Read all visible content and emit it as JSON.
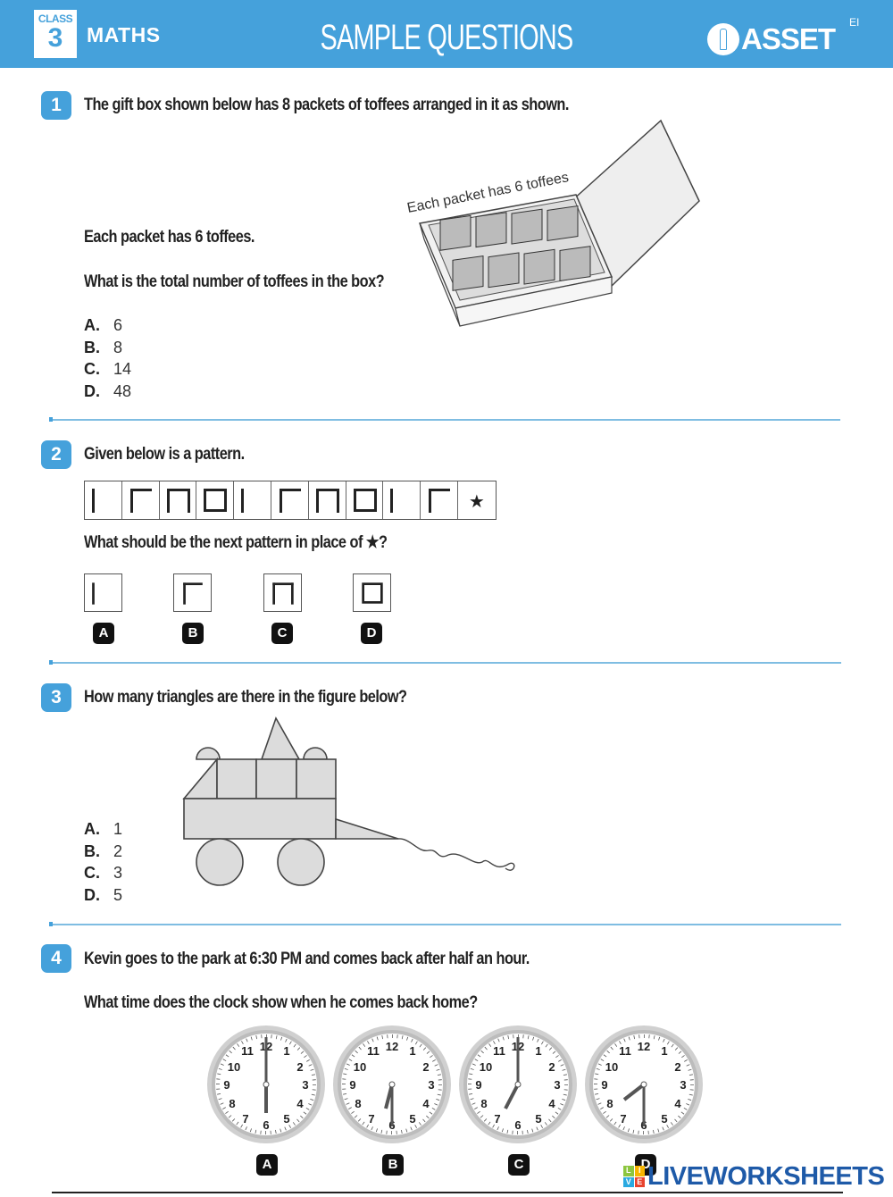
{
  "header": {
    "class_label": "CLASS",
    "class_number": "3",
    "subject": "MATHS",
    "title": "SAMPLE QUESTIONS",
    "brand": "ASSET",
    "brand_superscript": "EI",
    "colors": {
      "accent": "#45a1db"
    }
  },
  "questions": [
    {
      "number": "1",
      "text": "The gift box shown below has 8 packets of toffees arranged in it as shown.",
      "info": "Each packet has 6 toffees.",
      "prompt": "What is the total number of toffees in the box?",
      "image_caption": "Each packet has 6 toffees",
      "options": [
        {
          "letter": "A.",
          "value": "6"
        },
        {
          "letter": "B.",
          "value": "8"
        },
        {
          "letter": "C.",
          "value": "14"
        },
        {
          "letter": "D.",
          "value": "48"
        }
      ]
    },
    {
      "number": "2",
      "text": "Given below is a pattern.",
      "pattern": [
        "line",
        "corner",
        "arch",
        "box",
        "line",
        "corner",
        "arch",
        "box",
        "line",
        "corner",
        "star"
      ],
      "prompt": "What should be the next pattern in place of ★?",
      "options": [
        {
          "letter": "A",
          "shape": "line"
        },
        {
          "letter": "B",
          "shape": "corner"
        },
        {
          "letter": "C",
          "shape": "arch"
        },
        {
          "letter": "D",
          "shape": "box"
        }
      ]
    },
    {
      "number": "3",
      "text": "How many triangles are there in the figure below?",
      "options": [
        {
          "letter": "A.",
          "value": "1"
        },
        {
          "letter": "B.",
          "value": "2"
        },
        {
          "letter": "C.",
          "value": "3"
        },
        {
          "letter": "D.",
          "value": "5"
        }
      ]
    },
    {
      "number": "4",
      "text": "Kevin goes to the park at 6:30 PM and comes back after half an hour.",
      "prompt": "What time does the clock show when he comes back home?",
      "options": [
        {
          "letter": "A",
          "time": "6:00"
        },
        {
          "letter": "B",
          "time": "6:30"
        },
        {
          "letter": "C",
          "time": "7:00"
        },
        {
          "letter": "D",
          "time": "7:30"
        }
      ]
    }
  ],
  "footer": {
    "watermark": "LIVEWORKSHEETS",
    "watermark_tiles": [
      "L",
      "I",
      "V",
      "E"
    ]
  }
}
